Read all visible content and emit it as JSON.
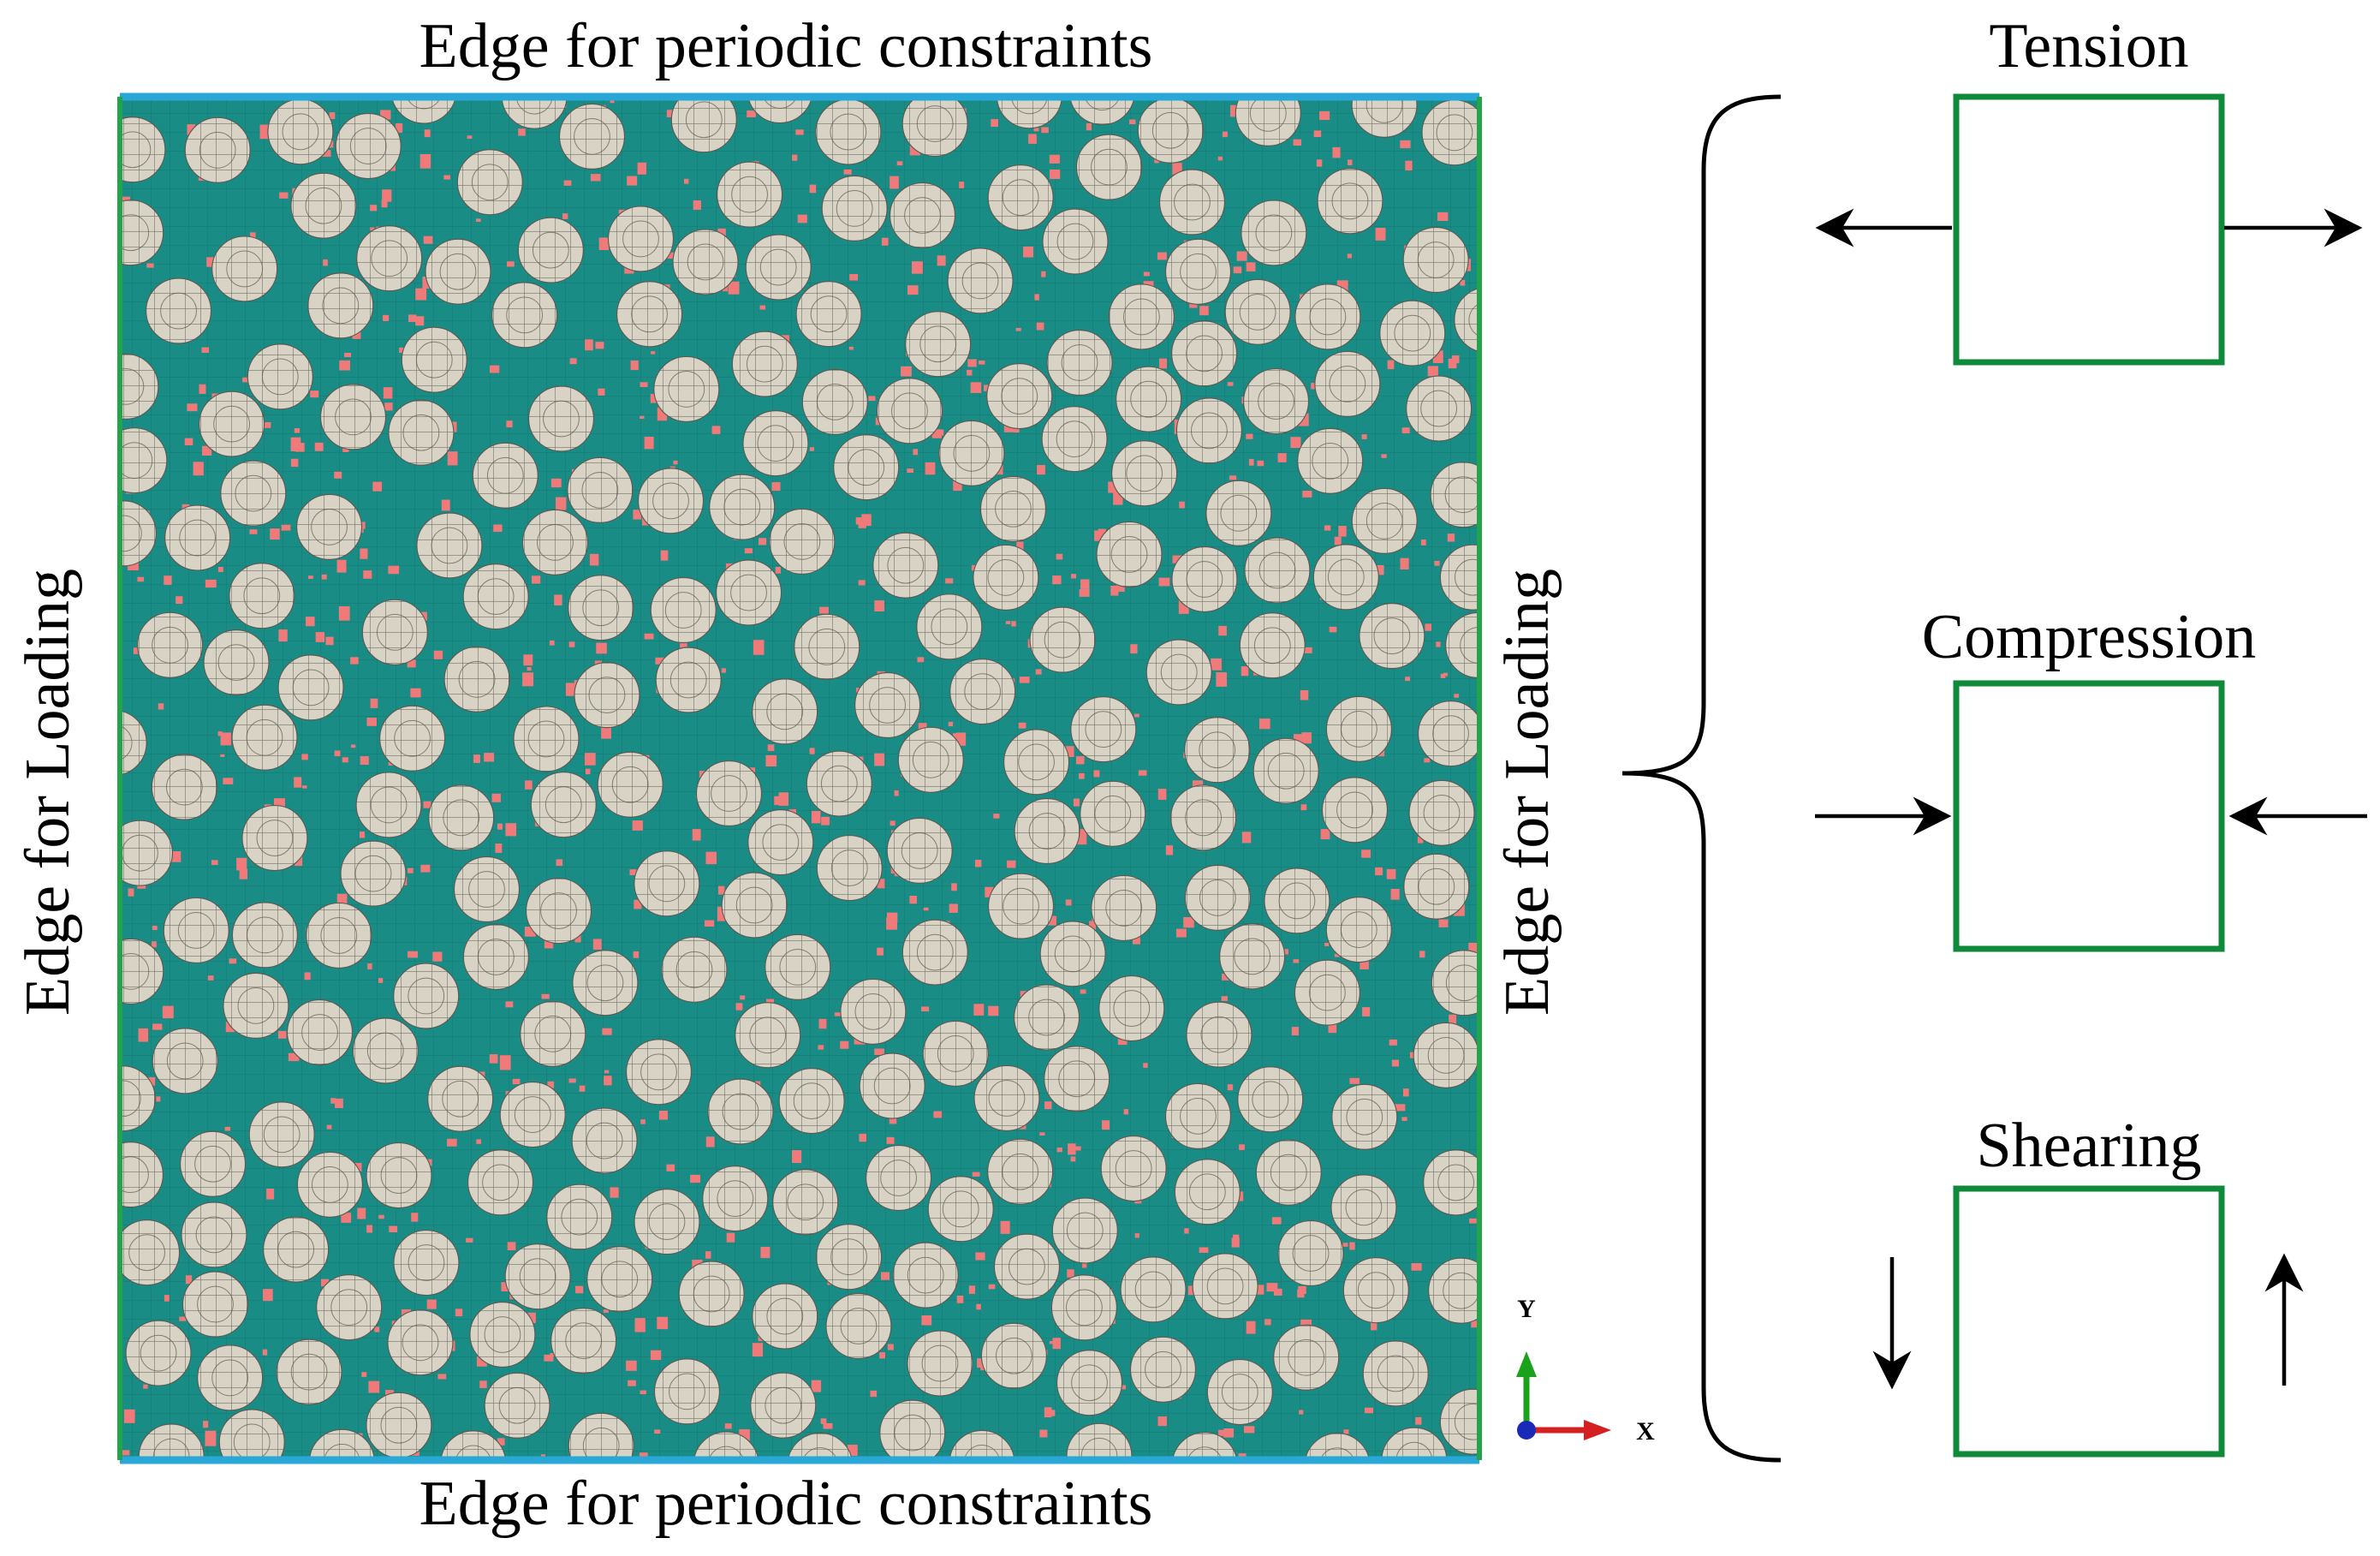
{
  "rve": {
    "top_edge_label": "Edge for periodic constraints",
    "bottom_edge_label": "Edge for periodic constraints",
    "left_edge_label": "Edge for Loading",
    "right_edge_label": "Edge for Loading"
  },
  "axes_triad": {
    "y_label": "Y",
    "x_label": "X"
  },
  "load_cases": [
    {
      "label": "Tension",
      "arrows": "outward-horizontal"
    },
    {
      "label": "Compression",
      "arrows": "inward-horizontal"
    },
    {
      "label": "Shearing",
      "arrows": "antiparallel-vertical"
    }
  ],
  "colors": {
    "matrix": "#1a8c86",
    "fiber": "#d8d3c4",
    "fiber_mesh": "#5a5a52",
    "damage": "#f07a7a",
    "periodic_edge": "#29a8d8",
    "loading_edge": "#24a44a",
    "load_box": "#0e8a3a",
    "axis_y": "#1aa21a",
    "axis_x": "#d42020",
    "axis_origin": "#1a2ab8"
  }
}
